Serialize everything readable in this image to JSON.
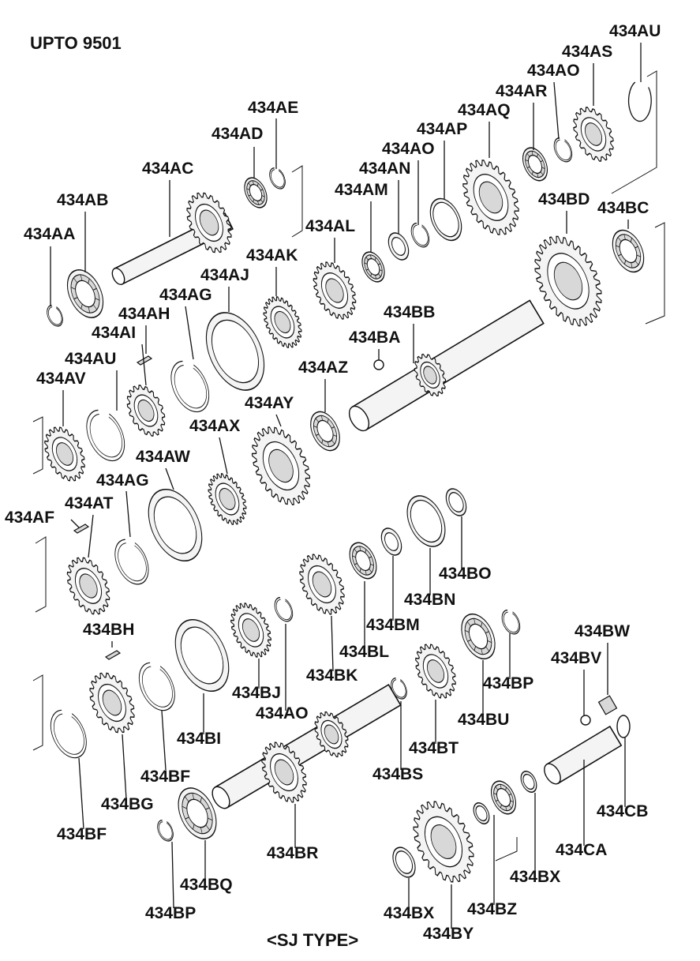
{
  "header": {
    "model_note": "UPTO 9501",
    "footer": "<SJ TYPE>"
  },
  "parts": [
    {
      "id": "AA",
      "text": "434AA"
    },
    {
      "id": "AB",
      "text": "434AB"
    },
    {
      "id": "AC",
      "text": "434AC"
    },
    {
      "id": "AD",
      "text": "434AD"
    },
    {
      "id": "AE",
      "text": "434AE"
    },
    {
      "id": "AF",
      "text": "434AF"
    },
    {
      "id": "AG1",
      "text": "434AG"
    },
    {
      "id": "AG2",
      "text": "434AG"
    },
    {
      "id": "AH",
      "text": "434AH"
    },
    {
      "id": "AI",
      "text": "434AI"
    },
    {
      "id": "AJ",
      "text": "434AJ"
    },
    {
      "id": "AK",
      "text": "434AK"
    },
    {
      "id": "AL",
      "text": "434AL"
    },
    {
      "id": "AM",
      "text": "434AM"
    },
    {
      "id": "AN",
      "text": "434AN"
    },
    {
      "id": "AO1",
      "text": "434AO"
    },
    {
      "id": "AO2",
      "text": "434AO"
    },
    {
      "id": "AO3",
      "text": "434AO"
    },
    {
      "id": "AP",
      "text": "434AP"
    },
    {
      "id": "AQ",
      "text": "434AQ"
    },
    {
      "id": "AR",
      "text": "434AR"
    },
    {
      "id": "AS",
      "text": "434AS"
    },
    {
      "id": "AT",
      "text": "434AT"
    },
    {
      "id": "AU1",
      "text": "434AU"
    },
    {
      "id": "AU2",
      "text": "434AU"
    },
    {
      "id": "AV",
      "text": "434AV"
    },
    {
      "id": "AW",
      "text": "434AW"
    },
    {
      "id": "AX",
      "text": "434AX"
    },
    {
      "id": "AY",
      "text": "434AY"
    },
    {
      "id": "AZ",
      "text": "434AZ"
    },
    {
      "id": "BA",
      "text": "434BA"
    },
    {
      "id": "BB",
      "text": "434BB"
    },
    {
      "id": "BC",
      "text": "434BC"
    },
    {
      "id": "BD",
      "text": "434BD"
    },
    {
      "id": "BF1",
      "text": "434BF"
    },
    {
      "id": "BF2",
      "text": "434BF"
    },
    {
      "id": "BG",
      "text": "434BG"
    },
    {
      "id": "BH",
      "text": "434BH"
    },
    {
      "id": "BI",
      "text": "434BI"
    },
    {
      "id": "BJ",
      "text": "434BJ"
    },
    {
      "id": "BK",
      "text": "434BK"
    },
    {
      "id": "BL",
      "text": "434BL"
    },
    {
      "id": "BM",
      "text": "434BM"
    },
    {
      "id": "BN",
      "text": "434BN"
    },
    {
      "id": "BO",
      "text": "434BO"
    },
    {
      "id": "BP1",
      "text": "434BP"
    },
    {
      "id": "BP2",
      "text": "434BP"
    },
    {
      "id": "BQ",
      "text": "434BQ"
    },
    {
      "id": "BR",
      "text": "434BR"
    },
    {
      "id": "BS",
      "text": "434BS"
    },
    {
      "id": "BT",
      "text": "434BT"
    },
    {
      "id": "BU",
      "text": "434BU"
    },
    {
      "id": "BV",
      "text": "434BV"
    },
    {
      "id": "BW",
      "text": "434BW"
    },
    {
      "id": "BX1",
      "text": "434BX"
    },
    {
      "id": "BX2",
      "text": "434BX"
    },
    {
      "id": "BY",
      "text": "434BY"
    },
    {
      "id": "BZ",
      "text": "434BZ"
    },
    {
      "id": "CA",
      "text": "434CA"
    },
    {
      "id": "CB",
      "text": "434CB"
    }
  ]
}
